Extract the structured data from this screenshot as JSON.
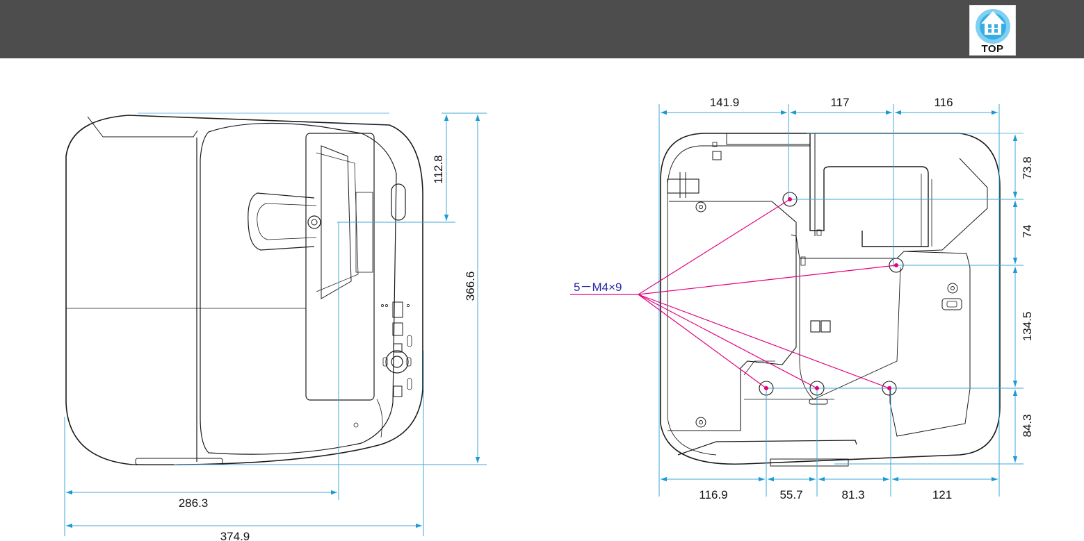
{
  "header": {
    "top_button_label": "TOP",
    "top_icon": "home-icon",
    "background": "#4d4d4d"
  },
  "colors": {
    "dimension_line": "#3fa7d6",
    "dimension_arrow": "#1b9ad6",
    "callout_line": "#e3007f",
    "callout_text": "#2a2aa8",
    "outline": "#1a1a1a"
  },
  "top_view": {
    "dims": {
      "height_full": "366.6",
      "lens_offset_y": "112.8",
      "lens_offset_x": "286.3",
      "width_full": "374.9"
    }
  },
  "bottom_view": {
    "dims_top": [
      "141.9",
      "117",
      "116"
    ],
    "dims_bottom": [
      "116.9",
      "55.7",
      "81.3",
      "121"
    ],
    "dims_right": [
      "73.8",
      "74",
      "134.5",
      "84.3"
    ],
    "screw_callout": "5－M4×9"
  }
}
